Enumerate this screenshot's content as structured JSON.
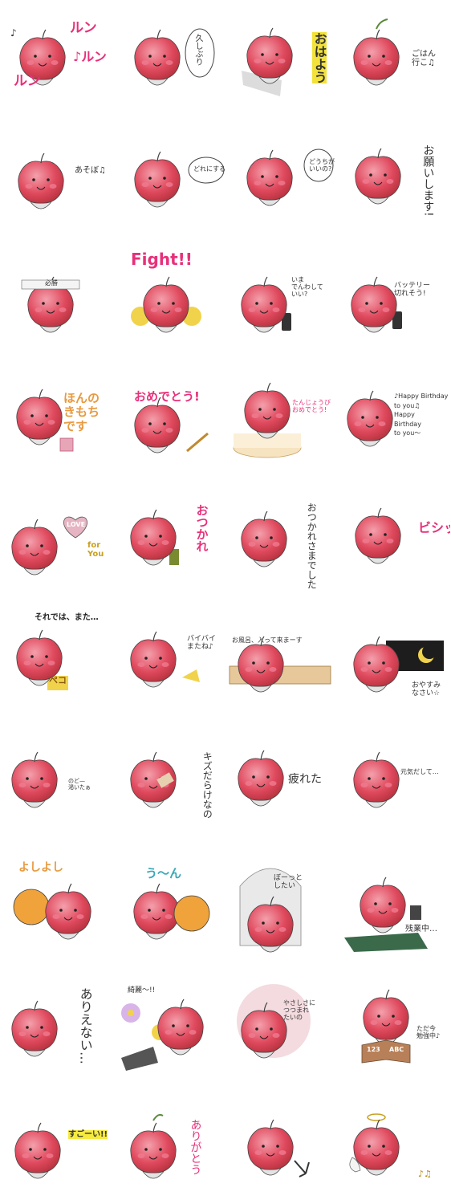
{
  "colors": {
    "apple": "#e04a5e",
    "apple_dark": "#b8323f",
    "apple_light": "#f4a0ac",
    "outline": "#444444",
    "pink_text": "#e8307a",
    "orange_text": "#e89a40",
    "dark_text": "#333333"
  },
  "stickers": [
    {
      "name": "run-run",
      "texts": [
        "ルン",
        "♪ルン",
        "ルン"
      ]
    },
    {
      "name": "hisashiburi",
      "texts": [
        "久しぶり"
      ]
    },
    {
      "name": "ohayou",
      "texts": [
        "おはよう"
      ]
    },
    {
      "name": "gohan",
      "texts": [
        "ごはん\n行こ♫"
      ]
    },
    {
      "name": "asobo",
      "texts": [
        "あそぼ♫"
      ]
    },
    {
      "name": "doreni-suru",
      "texts": [
        "どれにする?"
      ]
    },
    {
      "name": "doushite-iino",
      "texts": [
        "どうちが\nいいの?"
      ]
    },
    {
      "name": "onegai",
      "texts": [
        "お願いします!"
      ]
    },
    {
      "name": "hisshou",
      "texts": [
        "必勝"
      ]
    },
    {
      "name": "fight",
      "texts": [
        "Fight!!"
      ]
    },
    {
      "name": "ima-denwa",
      "texts": [
        "いま\nでんわして\nいい?"
      ]
    },
    {
      "name": "battery",
      "texts": [
        "バッテリー\n切れそう!"
      ]
    },
    {
      "name": "honno-kimochi",
      "texts": [
        "ほんの\nきもち\nです"
      ]
    },
    {
      "name": "omedetou",
      "texts": [
        "おめでとう!"
      ]
    },
    {
      "name": "tanjoubi",
      "texts": [
        "たんじょうび\nおめでとう!"
      ]
    },
    {
      "name": "happy-birthday",
      "texts": [
        "♪Happy Birthday\nto you♫\nHappy\nBirthday\nto you〜"
      ]
    },
    {
      "name": "love-for-you",
      "texts": [
        "LOVE",
        "for\nYou"
      ]
    },
    {
      "name": "otsukare",
      "texts": [
        "おつかれ"
      ]
    },
    {
      "name": "otsukaresama",
      "texts": [
        "おつかれさまでした"
      ]
    },
    {
      "name": "bishi",
      "texts": [
        "ビシッ"
      ]
    },
    {
      "name": "soredewa",
      "texts": [
        "それでは、また…",
        "ペコ"
      ]
    },
    {
      "name": "baibai",
      "texts": [
        "バイバイ\nまたね♪"
      ]
    },
    {
      "name": "ofuro",
      "texts": [
        "お風呂、入って来まーす"
      ]
    },
    {
      "name": "oyasumi",
      "texts": [
        "おやすみ\nなさい☆"
      ]
    },
    {
      "name": "nodo-kawaita",
      "texts": [
        "のど—\n渇いたぁ"
      ]
    },
    {
      "name": "kizu-darake",
      "texts": [
        "キズだらけなの"
      ]
    },
    {
      "name": "tsukareta",
      "texts": [
        "疲れた"
      ]
    },
    {
      "name": "genki-dashite",
      "texts": [
        "元気だして…"
      ]
    },
    {
      "name": "yoshiyoshi",
      "texts": [
        "よしよし"
      ]
    },
    {
      "name": "uun",
      "texts": [
        "う〜ん"
      ]
    },
    {
      "name": "bootto-shitai",
      "texts": [
        "ぼーっと\nしたい"
      ]
    },
    {
      "name": "zangyouchuu",
      "texts": [
        "残業中…"
      ]
    },
    {
      "name": "arienai",
      "texts": [
        "ありえない…"
      ]
    },
    {
      "name": "kirei",
      "texts": [
        "綺麗〜!!"
      ]
    },
    {
      "name": "yasashisa",
      "texts": [
        "やさしさに\nつつまれ\nたいの"
      ]
    },
    {
      "name": "tadaima-benkyouchuu",
      "texts": [
        "ただ今\n勉強中♪",
        "123",
        "ABC"
      ]
    },
    {
      "name": "sugoi",
      "texts": [
        "すごーい!!"
      ]
    },
    {
      "name": "arigatou",
      "texts": [
        "ありがとう"
      ]
    },
    {
      "name": "devil",
      "texts": []
    },
    {
      "name": "angel",
      "texts": []
    }
  ]
}
